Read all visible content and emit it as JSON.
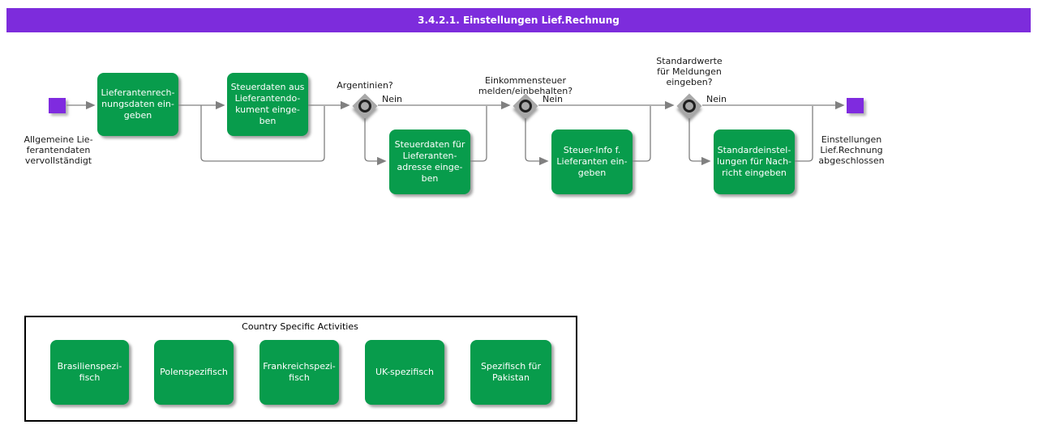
{
  "window": {
    "title": "3.4.2.1. Einstellungen Lief.Rechnung"
  },
  "colors": {
    "accent_purple": "#7d2cdc",
    "activity_green": "#089c4c",
    "connector_gray": "#808080",
    "gateway_gray": "#a8a8a8"
  },
  "process": {
    "start": {
      "label": "Allgemeine Lie-\nferantendaten\nvervollständigt"
    },
    "end": {
      "label": "Einstellungen\nLief.Rechnung\nabgeschlossen"
    },
    "activities": [
      {
        "label": "Lieferantenrech-\nnungsdaten ein-\ngeben"
      },
      {
        "label": "Steuerdaten aus\nLieferantendo-\nkument einge-\nben"
      },
      {
        "label": "Steuerdaten für\nLieferanten-\nadresse einge-\nben"
      },
      {
        "label": "Steuer-Info f.\nLieferanten ein-\ngeben"
      },
      {
        "label": "Standardeinstel-\nlungen für Nach-\nricht eingeben"
      }
    ],
    "decisions": [
      {
        "question": "Argentinien?",
        "no_label": "Nein"
      },
      {
        "question": "Einkommensteuer\nmelden/einbehalten?",
        "no_label": "Nein"
      },
      {
        "question": "Standardwerte\nfür Meldungen\neingeben?",
        "no_label": "Nein"
      }
    ]
  },
  "country_section": {
    "title": "Country Specific Activities",
    "activities": [
      {
        "label": "Brasilienspezi-\nfisch"
      },
      {
        "label": "Polenspezifisch"
      },
      {
        "label": "Frankreichspezi-\nfisch"
      },
      {
        "label": "UK-spezifisch"
      },
      {
        "label": "Spezifisch für\nPakistan"
      }
    ]
  }
}
